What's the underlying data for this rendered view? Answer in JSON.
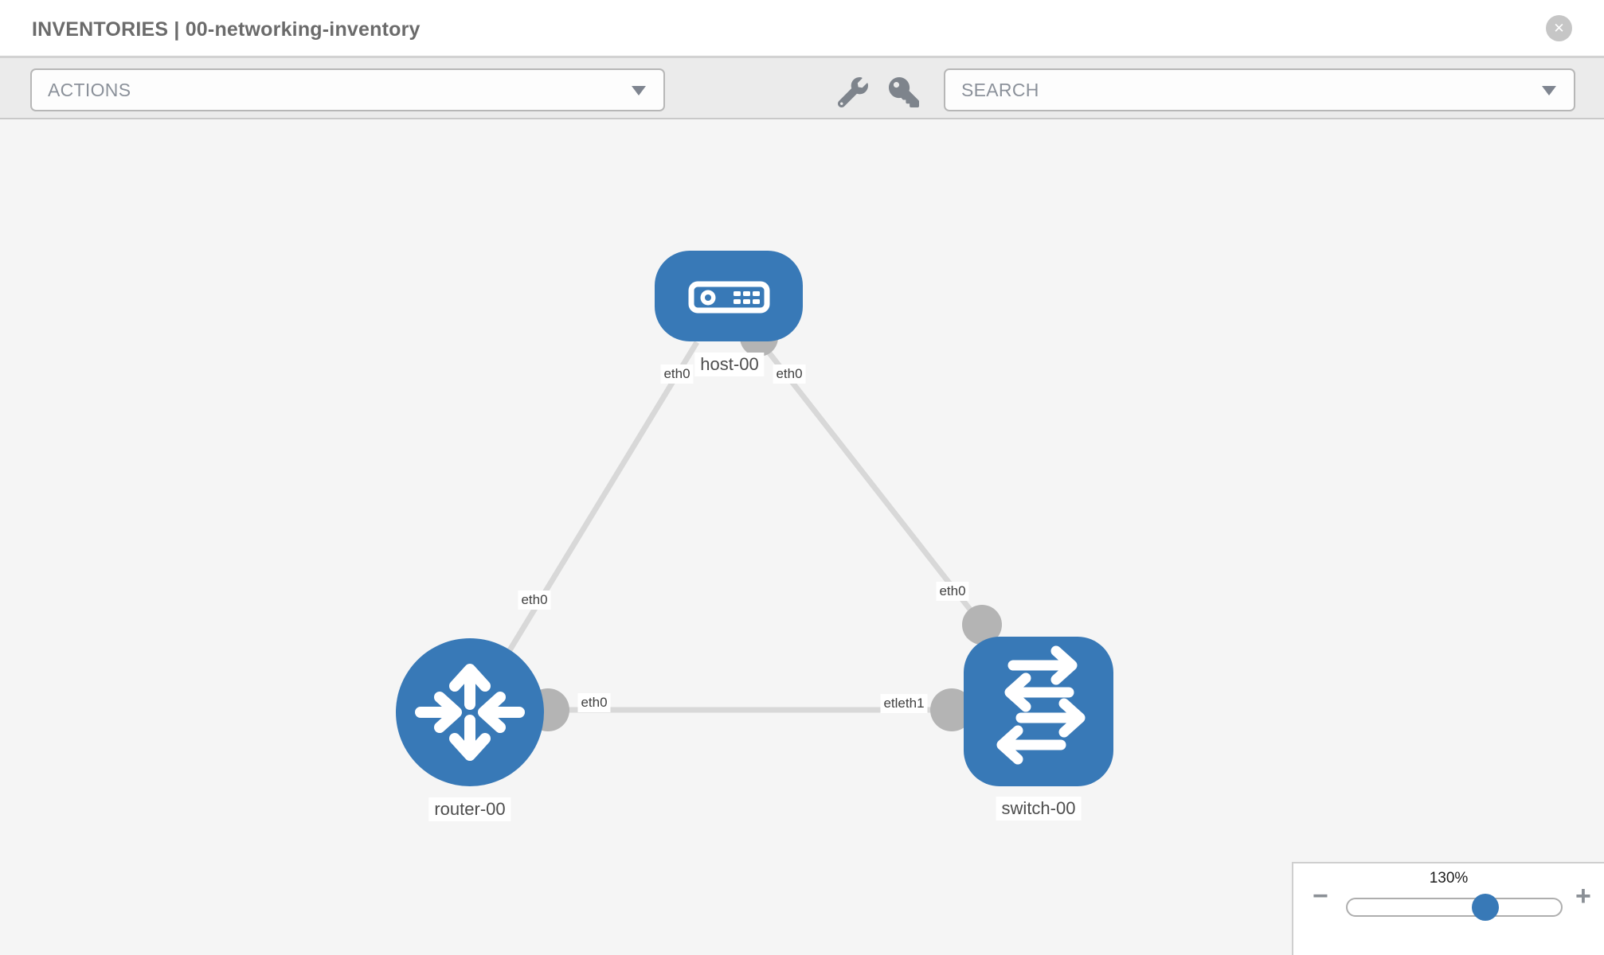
{
  "header": {
    "title": "INVENTORIES | 00-networking-inventory",
    "close_label": "✕"
  },
  "toolbar": {
    "actions_label": "ACTIONS",
    "search_placeholder": "SEARCH",
    "icons": [
      {
        "name": "wrench-icon"
      },
      {
        "name": "key-icon"
      }
    ]
  },
  "topology": {
    "nodes": [
      {
        "id": "host-00",
        "type": "host",
        "label": "host-00"
      },
      {
        "id": "router-00",
        "type": "router",
        "label": "router-00"
      },
      {
        "id": "switch-00",
        "type": "switch",
        "label": "switch-00"
      }
    ],
    "links": [
      {
        "from": "host-00",
        "to": "router-00",
        "from_interface": "eth0",
        "to_interface": "eth0"
      },
      {
        "from": "host-00",
        "to": "switch-00",
        "from_interface": "eth0",
        "to_interface": "eth0"
      },
      {
        "from": "router-00",
        "to": "switch-00",
        "from_interface": "eth0",
        "to_interface": "etleth1"
      }
    ],
    "interface_labels": [
      {
        "text": "eth0"
      },
      {
        "text": "eth0"
      },
      {
        "text": "eth0"
      },
      {
        "text": "eth0"
      },
      {
        "text": "eth0"
      },
      {
        "text": "etleth1"
      }
    ],
    "colors": {
      "node_blue": "#3879b7",
      "link_gray": "#d8d8d8",
      "connector_gray": "#b4b4b4"
    }
  },
  "zoom_panel": {
    "level": "130%",
    "minus_label": "−",
    "plus_label": "+"
  }
}
